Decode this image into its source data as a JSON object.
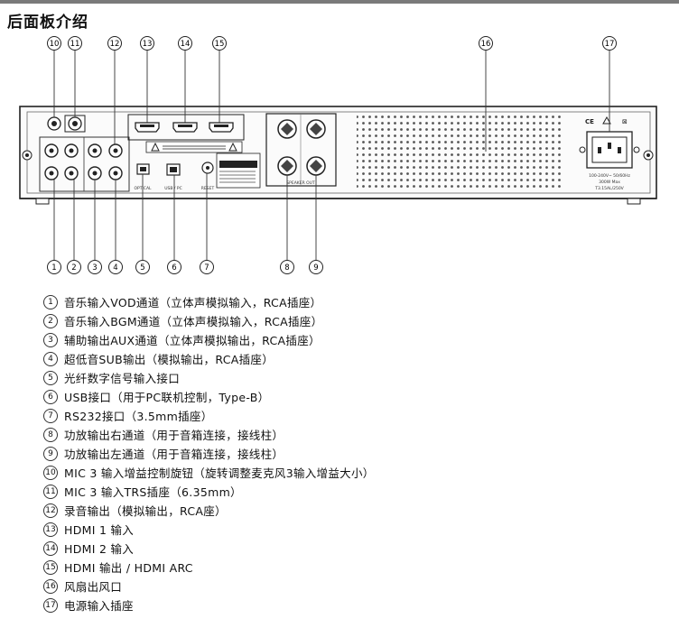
{
  "title": "后面板介绍",
  "callouts": [
    "1",
    "2",
    "3",
    "4",
    "5",
    "6",
    "7",
    "8",
    "9",
    "10",
    "11",
    "12",
    "13",
    "14",
    "15",
    "16",
    "17"
  ],
  "panel_labels": {
    "optical": "OPTICAL",
    "usb": "USB / PC",
    "reset": "RESET",
    "speaker_out": "SPEAKER OUT",
    "voltage": "100-240V~ 50/60Hz",
    "power": "300W Max",
    "fuse": "T3.15AL/250V"
  },
  "legend": [
    {
      "num": "1",
      "text": "音乐输入VOD通道（立体声模拟输入，RCA插座）"
    },
    {
      "num": "2",
      "text": "音乐输入BGM通道（立体声模拟输入，RCA插座）"
    },
    {
      "num": "3",
      "text": "辅助输出AUX通道（立体声模拟输出，RCA插座）"
    },
    {
      "num": "4",
      "text": "超低音SUB输出（模拟输出，RCA插座）"
    },
    {
      "num": "5",
      "text": "光纤数字信号输入接口"
    },
    {
      "num": "6",
      "text": "USB接口（用于PC联机控制，Type-B）"
    },
    {
      "num": "7",
      "text": "RS232接口（3.5mm插座）"
    },
    {
      "num": "8",
      "text": "功放输出右通道（用于音箱连接，接线柱）"
    },
    {
      "num": "9",
      "text": "功放输出左通道（用于音箱连接，接线柱）"
    },
    {
      "num": "10",
      "text": "MIC 3 输入增益控制旋钮（旋转调整麦克风3输入增益大小）"
    },
    {
      "num": "11",
      "text": "MIC 3 输入TRS插座（6.35mm）"
    },
    {
      "num": "12",
      "text": "录音输出（模拟输出，RCA座）"
    },
    {
      "num": "13",
      "text": "HDMI 1 输入"
    },
    {
      "num": "14",
      "text": "HDMI 2 输入"
    },
    {
      "num": "15",
      "text": "HDMI 输出 / HDMI ARC"
    },
    {
      "num": "16",
      "text": "风扇出风口"
    },
    {
      "num": "17",
      "text": "电源输入插座"
    }
  ]
}
